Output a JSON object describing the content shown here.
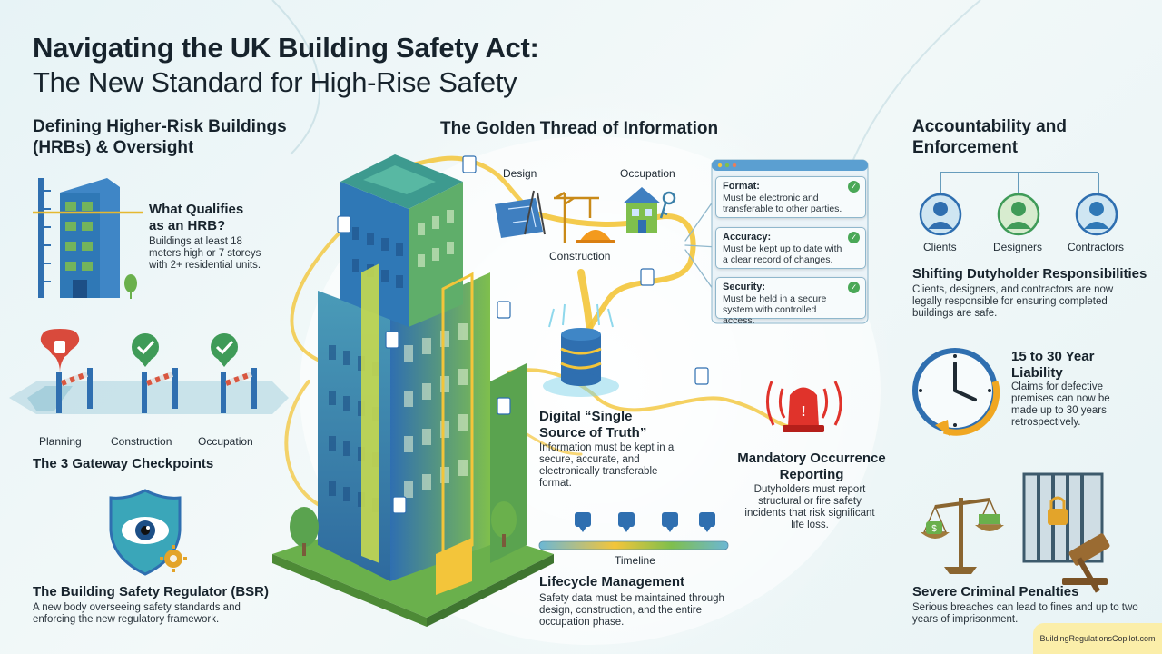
{
  "title": {
    "line1": "Navigating the UK Building Safety Act:",
    "line2": "The New Standard for High-Rise Safety"
  },
  "left": {
    "heading": "Defining Higher-Risk Buildings (HRBs) & Oversight",
    "hrb": {
      "heading": "What Qualifies as an HRB?",
      "text": "Buildings at least 18 meters high or 7 storeys with 2+ residential units."
    },
    "gateways": {
      "labels": [
        "Planning",
        "Construction",
        "Occupation"
      ],
      "heading": "The 3 Gateway Checkpoints"
    },
    "bsr": {
      "heading": "The Building Safety Regulator (BSR)",
      "text": "A new body overseeing safety standards and enforcing the new regulatory framework."
    }
  },
  "center": {
    "heading": "The Golden Thread of Information",
    "stages": {
      "design": "Design",
      "construction": "Construction",
      "occupation": "Occupation"
    },
    "cards": [
      {
        "title": "Format:",
        "text": "Must be electronic and transferable to other parties."
      },
      {
        "title": "Accuracy:",
        "text": "Must be kept up to date with a clear record of changes."
      },
      {
        "title": "Security:",
        "text": "Must be held in a secure system with controlled access."
      }
    ],
    "truth": {
      "heading": "Digital “Single Source of Truth”",
      "text": "Information must be kept in a secure, accurate, and electronically transferable format."
    },
    "mor": {
      "heading": "Mandatory Occurrence Reporting",
      "text": "Dutyholders must report structural or fire safety incidents that risk significant life loss."
    },
    "timeline": {
      "label": "Timeline"
    },
    "lifecycle": {
      "heading": "Lifecycle Management",
      "text": "Safety data must be maintained through design, construction, and the entire occupation phase."
    }
  },
  "right": {
    "heading": "Accountability and Enforcement",
    "roles": [
      "Clients",
      "Designers",
      "Contractors"
    ],
    "duty": {
      "heading": "Shifting Dutyholder Responsibilities",
      "text": "Clients, designers, and contractors are now legally responsible for ensuring completed buildings are safe."
    },
    "liability": {
      "heading": "15 to 30 Year Liability",
      "text": "Claims for defective premises can now be made up to 30 years retrospectively."
    },
    "penalties": {
      "heading": "Severe Criminal Penalties",
      "text": "Serious breaches can lead to fines and up to two years of imprisonment."
    }
  },
  "watermark": "BuildingRegulationsCopilot.com",
  "colors": {
    "thread": "#f3c53a",
    "tower_blue": "#2f6fb0",
    "tower_green": "#7fbf4d",
    "check_green": "#4aa857",
    "alarm_red": "#e0332b"
  }
}
